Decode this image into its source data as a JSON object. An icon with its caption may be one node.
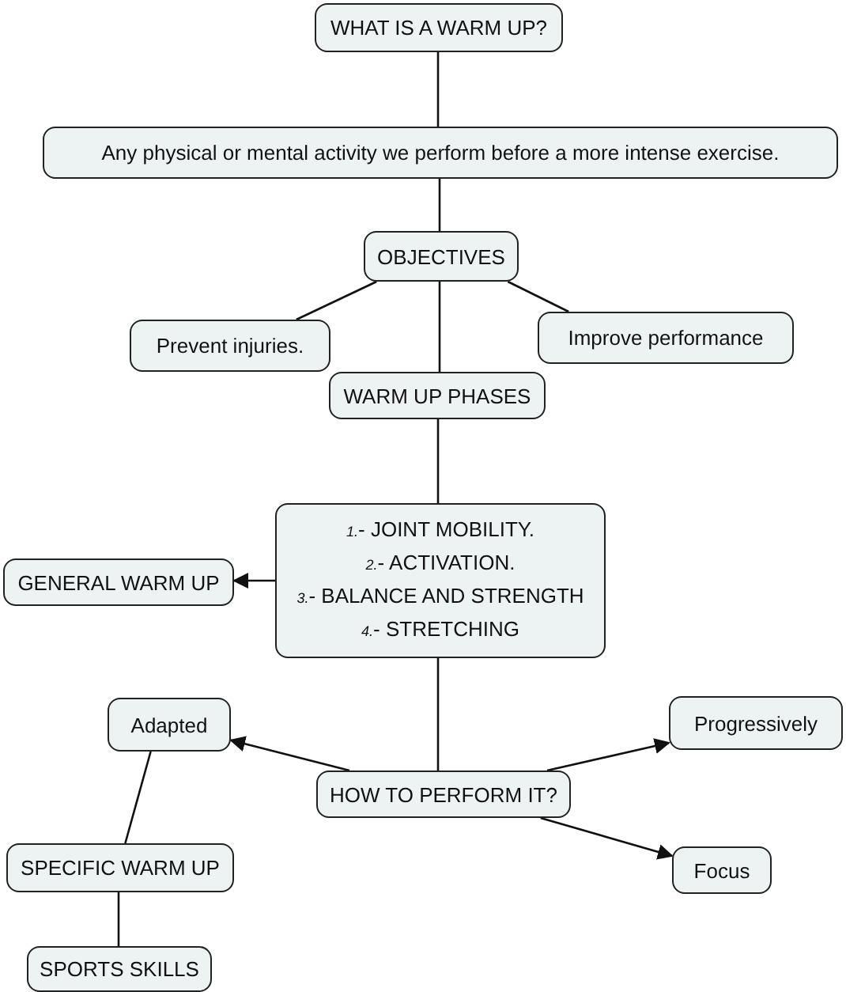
{
  "diagram": {
    "nodes": [
      {
        "text": [
          "WHAT IS A WARM UP?"
        ]
      },
      {
        "text": [
          "Any physical or mental activity we perform before a more intense exercise."
        ]
      },
      {
        "text": [
          "OBJECTIVES"
        ]
      },
      {
        "text": [
          "Prevent injuries."
        ]
      },
      {
        "text": [
          "Improve performance"
        ]
      },
      {
        "text": [
          "WARM UP PHASES"
        ]
      },
      {
        "text": [
          "*1.*- JOINT MOBILITY.",
          "*2.*- ACTIVATION.",
          "*3.*- BALANCE AND STRENGTH",
          "*4.*- STRETCHING"
        ]
      },
      {
        "text": [
          "GENERAL WARM UP"
        ]
      },
      {
        "text": [
          "Adapted"
        ]
      },
      {
        "text": [
          "HOW TO PERFORM IT?"
        ]
      },
      {
        "text": [
          "Progressively"
        ]
      },
      {
        "text": [
          "Focus"
        ]
      },
      {
        "text": [
          "SPECIFIC WARM UP"
        ]
      },
      {
        "text": [
          "SPORTS SKILLS"
        ]
      }
    ],
    "edges": [
      {
        "from": 0,
        "to": 1,
        "arrow": "none"
      },
      {
        "from": 1,
        "to": 2,
        "arrow": "none"
      },
      {
        "from": 2,
        "to": 3,
        "arrow": "none"
      },
      {
        "from": 2,
        "to": 4,
        "arrow": "none"
      },
      {
        "from": 2,
        "to": 5,
        "arrow": "none"
      },
      {
        "from": 5,
        "to": 6,
        "arrow": "none"
      },
      {
        "from": 6,
        "to": 7,
        "arrow": "to"
      },
      {
        "from": 6,
        "to": 9,
        "arrow": "none"
      },
      {
        "from": 9,
        "to": 8,
        "arrow": "to"
      },
      {
        "from": 9,
        "to": 10,
        "arrow": "to"
      },
      {
        "from": 9,
        "to": 11,
        "arrow": "to"
      },
      {
        "from": 8,
        "to": 12,
        "arrow": "none"
      },
      {
        "from": 12,
        "to": 13,
        "arrow": "none"
      }
    ]
  }
}
